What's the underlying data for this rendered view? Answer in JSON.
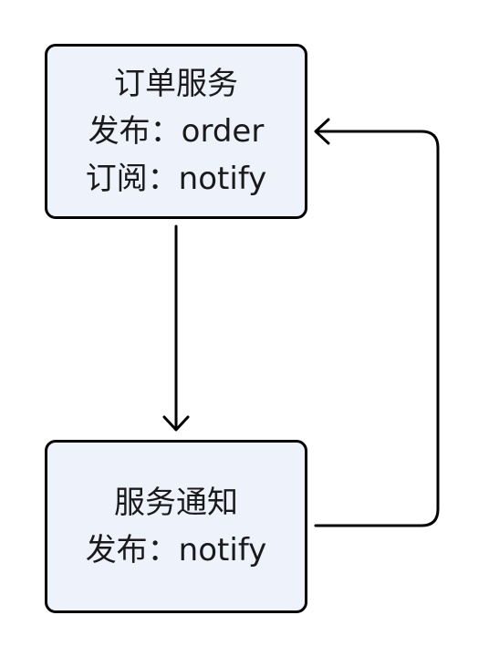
{
  "nodes": {
    "order_service": {
      "title": "订单服务",
      "publish": "发布：order",
      "subscribe": "订阅：notify"
    },
    "notification_service": {
      "title": "服务通知",
      "publish": "发布：notify"
    }
  },
  "edges": [
    {
      "from": "order_service",
      "to": "notification_service"
    },
    {
      "from": "notification_service",
      "to": "order_service"
    }
  ],
  "colors": {
    "node_fill": "#eef3fb",
    "stroke": "#000000",
    "text": "#1a1a1a"
  }
}
